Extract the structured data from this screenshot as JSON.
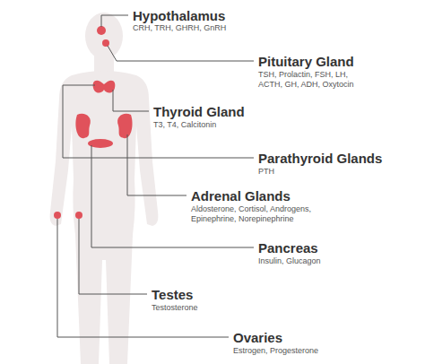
{
  "diagram": {
    "labels": [
      "Hypothalamus",
      "CRH, TRH, GHRH, GnRH",
      "Pituitary Gland",
      "TSH, Prolactin, FSH, LH, ACTH, GH, ADH, Oxytocin",
      "Thyroid Gland",
      "T3, T4, Calcitonin",
      "Parathyroid Glands",
      "PTH",
      "Adrenal Glands",
      "Aldosterone, Cortisol, Androgens, Epinephrine, Norepinephrine",
      "Pancreas",
      "Insulin, Glucagon",
      "Testes",
      "Testosterone",
      "Ovaries",
      "Estrogen, Progesterone"
    ]
  }
}
